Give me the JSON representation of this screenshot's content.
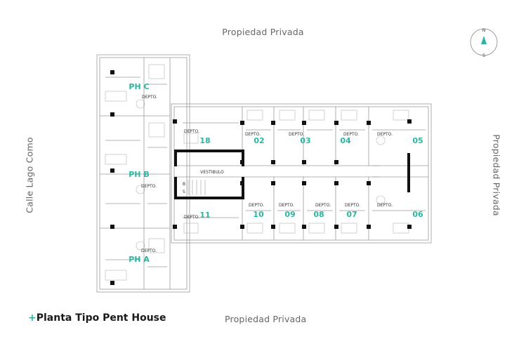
{
  "boundaries": {
    "top": "Propiedad Privada",
    "bottom": "Propiedad Privada",
    "right": "Propiedad Privada",
    "left": "Calle Lago Como"
  },
  "title": {
    "prefix": "+",
    "text": "Planta Tipo Pent House"
  },
  "compass": {
    "north": "N",
    "south": "S"
  },
  "core": {
    "vestibule": "VESTIBULO",
    "stair_b": "B",
    "stair_s": "S"
  },
  "units": {
    "ph_c": {
      "name": "PH C",
      "label": "DEPTO."
    },
    "ph_b": {
      "name": "PH B",
      "label": "DEPTO."
    },
    "ph_a": {
      "name": "PH A",
      "label": "DEPTO."
    },
    "u18": {
      "name": "18",
      "label": "DEPTO."
    },
    "u02": {
      "name": "02",
      "label": "DEPTO."
    },
    "u03": {
      "name": "03",
      "label": "DEPTO."
    },
    "u04": {
      "name": "04",
      "label": "DEPTO."
    },
    "u05": {
      "name": "05",
      "label": "DEPTO."
    },
    "u11": {
      "name": "11",
      "label": "DEPTO."
    },
    "u10": {
      "name": "10",
      "label": "DEPTO."
    },
    "u09": {
      "name": "09",
      "label": "DEPTO."
    },
    "u08": {
      "name": "08",
      "label": "DEPTO."
    },
    "u07": {
      "name": "07",
      "label": "DEPTO."
    },
    "u06": {
      "name": "06",
      "label": "DEPTO."
    }
  },
  "colors": {
    "accent": "#2bb5a0",
    "wall": "#111111",
    "line": "#9a9a9a"
  }
}
